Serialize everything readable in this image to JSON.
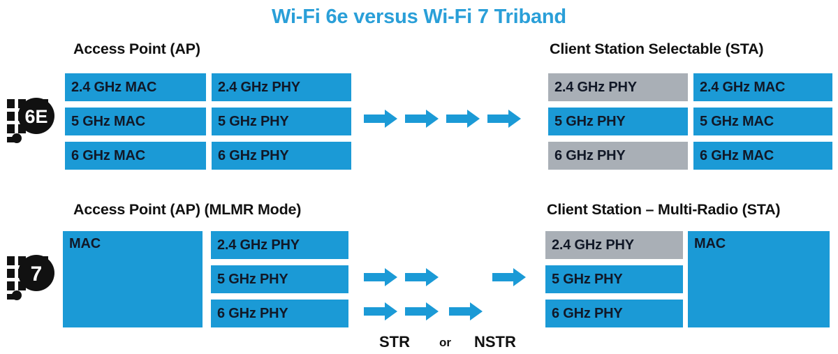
{
  "title": "Wi-Fi 6e versus Wi-Fi 7 Triband",
  "colors": {
    "title": "#2a9fd8",
    "blue": "#1b9ad6",
    "gray": "#a9afb6",
    "text": "#111827",
    "logo": "#111111"
  },
  "rows": [
    {
      "id": "wifi6e",
      "logo_label": "6E",
      "logo_name": "wifi-6e-logo",
      "left": {
        "header": "Access Point (AP)",
        "col_a": [
          {
            "label": "2.4 GHz MAC",
            "fill": "blue"
          },
          {
            "label": "5 GHz MAC",
            "fill": "blue"
          },
          {
            "label": "6 GHz MAC",
            "fill": "blue"
          }
        ],
        "col_b": [
          {
            "label": "2.4 GHz PHY",
            "fill": "blue"
          },
          {
            "label": "5 GHz PHY",
            "fill": "blue"
          },
          {
            "label": "6 GHz PHY",
            "fill": "blue"
          }
        ]
      },
      "right": {
        "header": "Client Station Selectable (STA)",
        "col_a": [
          {
            "label": "2.4 GHz PHY",
            "fill": "gray"
          },
          {
            "label": "5 GHz PHY",
            "fill": "blue"
          },
          {
            "label": "6 GHz PHY",
            "fill": "gray"
          }
        ],
        "col_b": [
          {
            "label": "2.4 GHz MAC",
            "fill": "blue"
          },
          {
            "label": "5 GHz MAC",
            "fill": "blue"
          },
          {
            "label": "6 GHz MAC",
            "fill": "blue"
          }
        ]
      },
      "arrows": {
        "count": 4,
        "rows": 1
      }
    },
    {
      "id": "wifi7",
      "logo_label": "7",
      "logo_name": "wifi-7-logo",
      "left": {
        "header": "Access Point (AP) (MLMR Mode)",
        "mac_label": "MAC",
        "col_b": [
          {
            "label": "2.4 GHz PHY",
            "fill": "blue"
          },
          {
            "label": "5 GHz PHY",
            "fill": "blue"
          },
          {
            "label": "6 GHz PHY",
            "fill": "blue"
          }
        ]
      },
      "right": {
        "header": "Client Station – Multi-Radio (STA)",
        "col_a": [
          {
            "label": "2.4 GHz PHY",
            "fill": "gray"
          },
          {
            "label": "5 GHz PHY",
            "fill": "blue"
          },
          {
            "label": "6 GHz PHY",
            "fill": "blue"
          }
        ],
        "mac_label": "MAC"
      },
      "arrows": {
        "top_row": 3,
        "bottom_row": 3
      },
      "modes": {
        "str": "STR",
        "or": "or",
        "nstr": "NSTR"
      }
    }
  ]
}
